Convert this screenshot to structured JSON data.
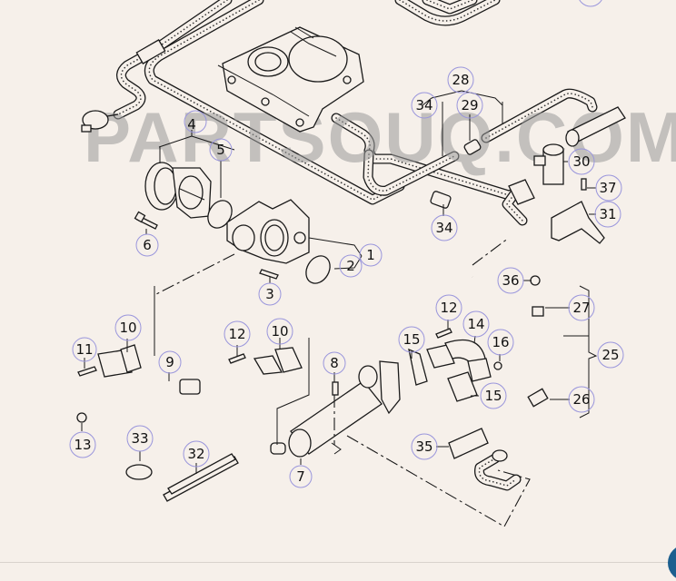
{
  "diagram": {
    "watermark": "PARTSOUQ.COM",
    "accent_colors": {
      "callout_ring": "#9a96dc",
      "background": "#f6f0ea",
      "chat_button": "#1c5f8f"
    },
    "callouts": [
      {
        "id": "c1",
        "label": "1"
      },
      {
        "id": "c2",
        "label": "2"
      },
      {
        "id": "c3",
        "label": "3"
      },
      {
        "id": "c4",
        "label": "4"
      },
      {
        "id": "c5",
        "label": "5"
      },
      {
        "id": "c6",
        "label": "6"
      },
      {
        "id": "c7",
        "label": "7"
      },
      {
        "id": "c8",
        "label": "8"
      },
      {
        "id": "c9",
        "label": "9"
      },
      {
        "id": "c10a",
        "label": "10"
      },
      {
        "id": "c10b",
        "label": "10"
      },
      {
        "id": "c11",
        "label": "11"
      },
      {
        "id": "c12a",
        "label": "12"
      },
      {
        "id": "c12b",
        "label": "12"
      },
      {
        "id": "c13",
        "label": "13"
      },
      {
        "id": "c14",
        "label": "14"
      },
      {
        "id": "c15a",
        "label": "15"
      },
      {
        "id": "c15b",
        "label": "15"
      },
      {
        "id": "c16",
        "label": "16"
      },
      {
        "id": "c25",
        "label": "25"
      },
      {
        "id": "c26",
        "label": "26"
      },
      {
        "id": "c27",
        "label": "27"
      },
      {
        "id": "c28",
        "label": "28"
      },
      {
        "id": "c29",
        "label": "29"
      },
      {
        "id": "c30",
        "label": "30"
      },
      {
        "id": "c31",
        "label": "31"
      },
      {
        "id": "c32",
        "label": "32"
      },
      {
        "id": "c33",
        "label": "33"
      },
      {
        "id": "c34a",
        "label": "34"
      },
      {
        "id": "c34b",
        "label": "34"
      },
      {
        "id": "c35",
        "label": "35"
      },
      {
        "id": "c36",
        "label": "36"
      },
      {
        "id": "c37",
        "label": "37"
      }
    ]
  }
}
